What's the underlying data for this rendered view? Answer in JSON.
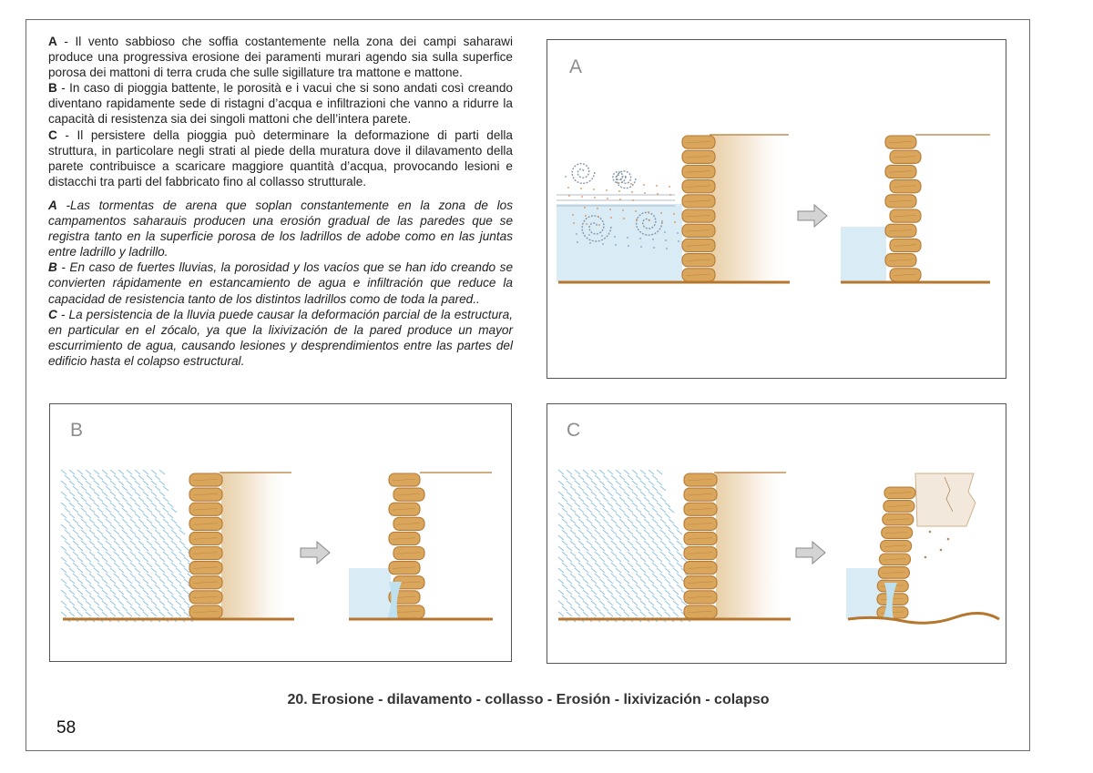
{
  "text": {
    "it_a_label": "A",
    "it_a": " - Il vento sabbioso che soffia costantemente nella zona dei campi saharawi produce una progressiva erosione dei paramenti murari agendo sia sulla superfice porosa dei mattoni di terra cruda che sulle sigillature tra mattone e mattone.",
    "it_b_label": "B",
    "it_b": " - In caso di pioggia battente, le porosità e i vacui che si sono andati così creando diventano rapidamente sede di ristagni d’acqua e infiltrazioni che vanno a ridurre la capacità di resistenza sia dei singoli mattoni che dell’intera parete.",
    "it_c_label": "C",
    "it_c": " - Il persistere della pioggia può determinare la deformazione di parti della struttura, in particolare negli strati al piede della muratura dove il dilavamento della parete contribuisce a scaricare maggiore quantità d’acqua, provocando lesioni e distacchi tra parti del fabbricato fino al collasso strutturale.",
    "es_a_label": "A",
    "es_a": " -Las tormentas de arena que soplan constantemente en la zona de los campamentos saharauis producen una erosión gradual de las paredes que se registra tanto en la superficie porosa de los ladrillos de adobe como en las juntas entre ladrillo y ladrillo.",
    "es_b_label": "B",
    "es_b": " - En caso de fuertes lluvias, la porosidad y los vacíos que se han ido creando se convierten rápidamente en estancamiento de agua e infiltración que reduce la capacidad de resistencia tanto de los distintos ladrillos como de toda la pared..",
    "es_c_label": "C",
    "es_c": " - La persistencia de la lluvia puede causar la deformación parcial de la estructura, en particular en el zócalo, ya que la lixivización de la pared produce un mayor escurrimiento de agua, causando lesiones y desprendimientos entre las partes del edificio hasta el colapso estructural."
  },
  "panels": {
    "a_label": "A",
    "b_label": "B",
    "c_label": "C"
  },
  "caption": "20. Erosione - dilavamento - collasso  - Erosión - lixivización - colapso",
  "page_number": "58",
  "colors": {
    "brick": "#d9a65c",
    "brick_outline": "#b57a36",
    "ground": "#b5762e",
    "rain": "#8fc3e2",
    "water": "#bfe0ee",
    "arrow": "#a9a9a9"
  }
}
